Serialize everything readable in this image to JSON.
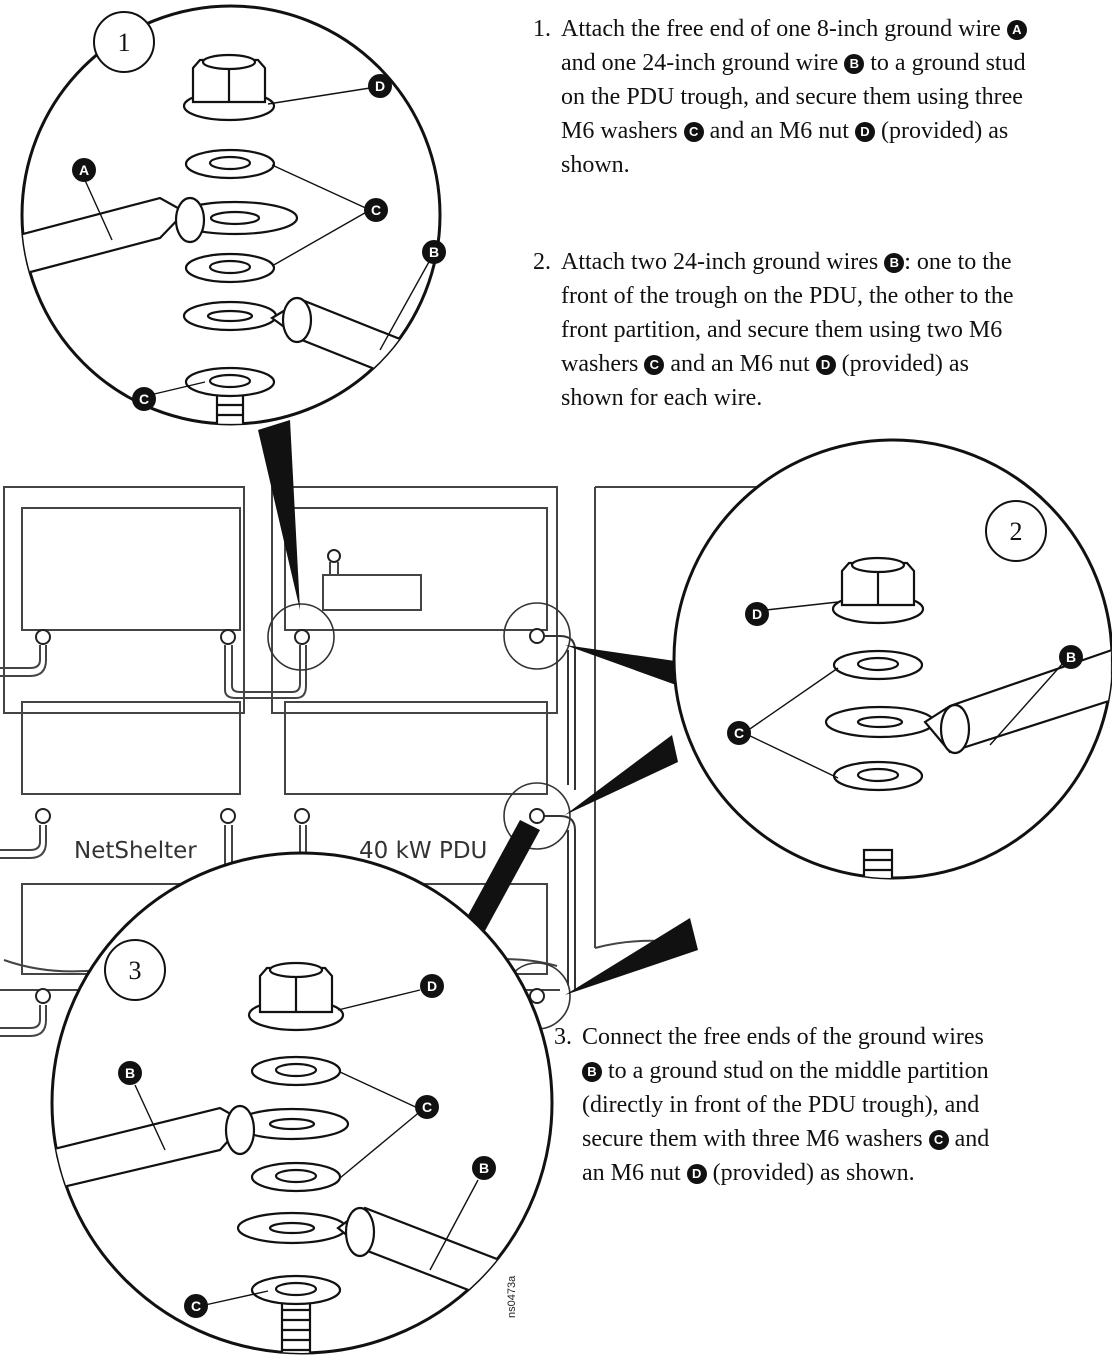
{
  "steps": [
    {
      "number": "1.",
      "lines": [
        [
          {
            "t": "Attach the free end of one 8-inch ground wire "
          },
          {
            "b": "A"
          }
        ],
        [
          {
            "t": "and one 24-inch ground wire "
          },
          {
            "b": "B"
          },
          {
            "t": " to a ground stud"
          }
        ],
        [
          {
            "t": "on the PDU trough, and secure them using three"
          }
        ],
        [
          {
            "t": "M6 washers "
          },
          {
            "b": "C"
          },
          {
            "t": " and an M6 nut "
          },
          {
            "b": "D"
          },
          {
            "t": " (provided) as"
          }
        ],
        [
          {
            "t": "shown."
          }
        ]
      ]
    },
    {
      "number": "2.",
      "lines": [
        [
          {
            "t": "Attach two 24-inch ground wires "
          },
          {
            "b": "B"
          },
          {
            "t": ": one to the"
          }
        ],
        [
          {
            "t": "front of the trough on the PDU, the other to the"
          }
        ],
        [
          {
            "t": "front partition, and secure them using two M6"
          }
        ],
        [
          {
            "t": "washers "
          },
          {
            "b": "C"
          },
          {
            "t": " and an M6 nut "
          },
          {
            "b": "D"
          },
          {
            "t": " (provided) as"
          }
        ],
        [
          {
            "t": "shown for each wire."
          }
        ]
      ]
    },
    {
      "number": "3.",
      "lines": [
        [
          {
            "t": "Connect the free ends of the ground wires"
          }
        ],
        [
          {
            "b": "B"
          },
          {
            "t": " to a ground stud on the middle partition"
          }
        ],
        [
          {
            "t": "(directly in front of the PDU trough), and"
          }
        ],
        [
          {
            "t": "secure them with three M6 washers "
          },
          {
            "b": "C"
          },
          {
            "t": " and"
          }
        ],
        [
          {
            "t": "an M6 nut "
          },
          {
            "b": "D"
          },
          {
            "t": " (provided) as shown."
          }
        ]
      ]
    }
  ],
  "callouts": {
    "detail1": "1",
    "detail2": "2",
    "detail3": "3"
  },
  "part_letters": {
    "a": "A",
    "b": "B",
    "c": "C",
    "d": "D"
  },
  "rack_labels": {
    "left": "NetShelter",
    "right": "40 kW PDU"
  },
  "drawing_code": "ns0473a",
  "colors": {
    "line": "#111111",
    "badge": "#111111",
    "badge_text": "#ffffff",
    "rack_line": "#444444"
  }
}
